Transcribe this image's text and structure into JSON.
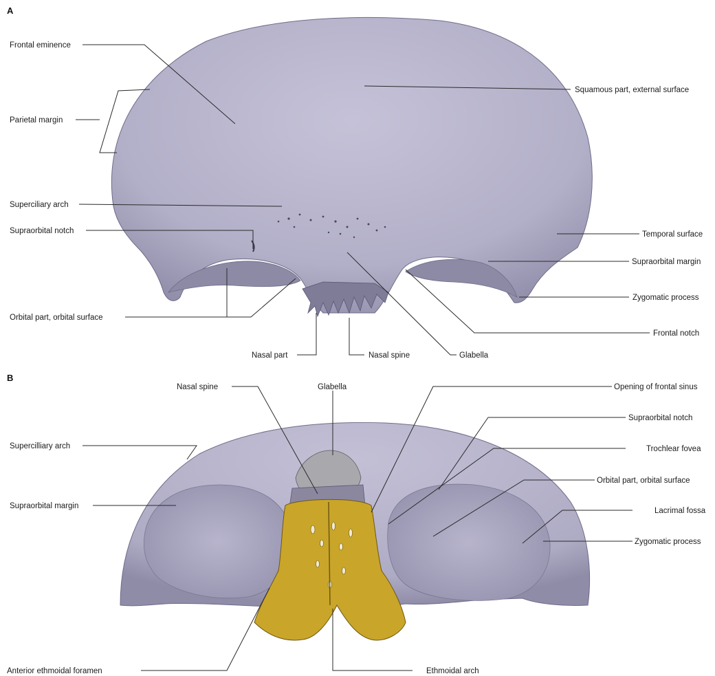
{
  "panels": {
    "a": {
      "letter": "A",
      "labels": {
        "frontal_eminence": "Frontal eminence",
        "parietal_margin": "Parietal margin",
        "superciliary_arch": "Superciliary arch",
        "supraorbital_notch": "Supraorbital notch",
        "orbital_part": "Orbital part, orbital surface",
        "squamous_part": "Squamous part, external surface",
        "temporal_surface": "Temporal surface",
        "supraorbital_margin": "Supraorbital margin",
        "zygomatic_process": "Zygomatic process",
        "frontal_notch": "Frontal notch",
        "nasal_part": "Nasal part",
        "nasal_spine": "Nasal spine",
        "glabella": "Glabella"
      }
    },
    "b": {
      "letter": "B",
      "labels": {
        "nasal_spine": "Nasal spine",
        "glabella": "Glabella",
        "opening_frontal_sinus": "Opening of frontal sinus",
        "supraorbital_notch": "Supraorbital notch",
        "trochlear_fovea": "Trochlear fovea",
        "orbital_part": "Orbital part, orbital surface",
        "lacrimal_fossa": "Lacrimal fossa",
        "zygomatic_process": "Zygomatic process",
        "superciliary_arch": "Supercilliary arch",
        "supraorbital_margin": "Supraorbital margin",
        "anterior_ethmoidal_foramen": "Anterior ethmoidal foramen",
        "ethmoidal_arch": "Ethmoidal arch"
      }
    }
  },
  "colors": {
    "bone": "#b4b1c9",
    "bone_shadow": "#8f8ca8",
    "bone_light": "#c9c6da",
    "ethmoid": "#c9a52a",
    "ethmoid_dark": "#7d6513",
    "nasal_gray": "#a9a8ad"
  }
}
